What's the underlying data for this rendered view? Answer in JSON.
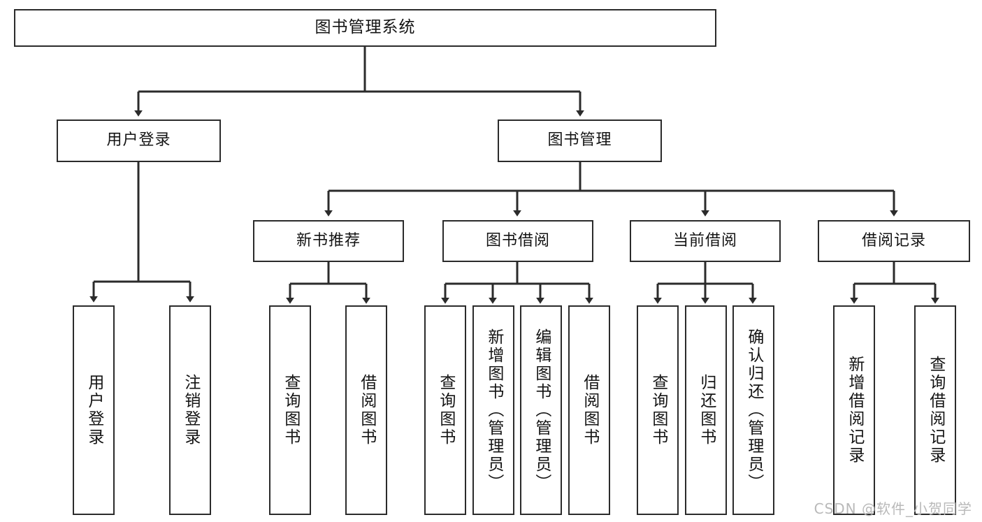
{
  "diagram": {
    "title": "图书管理系统",
    "type": "hierarchy-tree",
    "watermark": "CSDN @软件_小贺同学",
    "colors": {
      "stroke": "#2b2b2b",
      "fill": "#ffffff",
      "text": "#141414",
      "watermark": "#b9b9b9"
    },
    "root": {
      "label": "图书管理系统"
    },
    "level2": [
      {
        "label": "用户登录"
      },
      {
        "label": "图书管理"
      }
    ],
    "level3": [
      {
        "label": "新书推荐"
      },
      {
        "label": "图书借阅"
      },
      {
        "label": "当前借阅"
      },
      {
        "label": "借阅记录"
      }
    ],
    "leaves": {
      "user_login": [
        {
          "label": "用户登录"
        },
        {
          "label": "注销登录"
        }
      ],
      "new_book_recommend": [
        {
          "label": "查询图书"
        },
        {
          "label": "借阅图书"
        }
      ],
      "book_borrow": [
        {
          "label": "查询图书"
        },
        {
          "label": "新增图书（管理员）"
        },
        {
          "label": "编辑图书（管理员）"
        },
        {
          "label": "借阅图书"
        }
      ],
      "current_borrow": [
        {
          "label": "查询图书"
        },
        {
          "label": "归还图书"
        },
        {
          "label": "确认归还（管理员）"
        }
      ],
      "borrow_record": [
        {
          "label": "新增借阅记录"
        },
        {
          "label": "查询借阅记录"
        }
      ]
    }
  }
}
